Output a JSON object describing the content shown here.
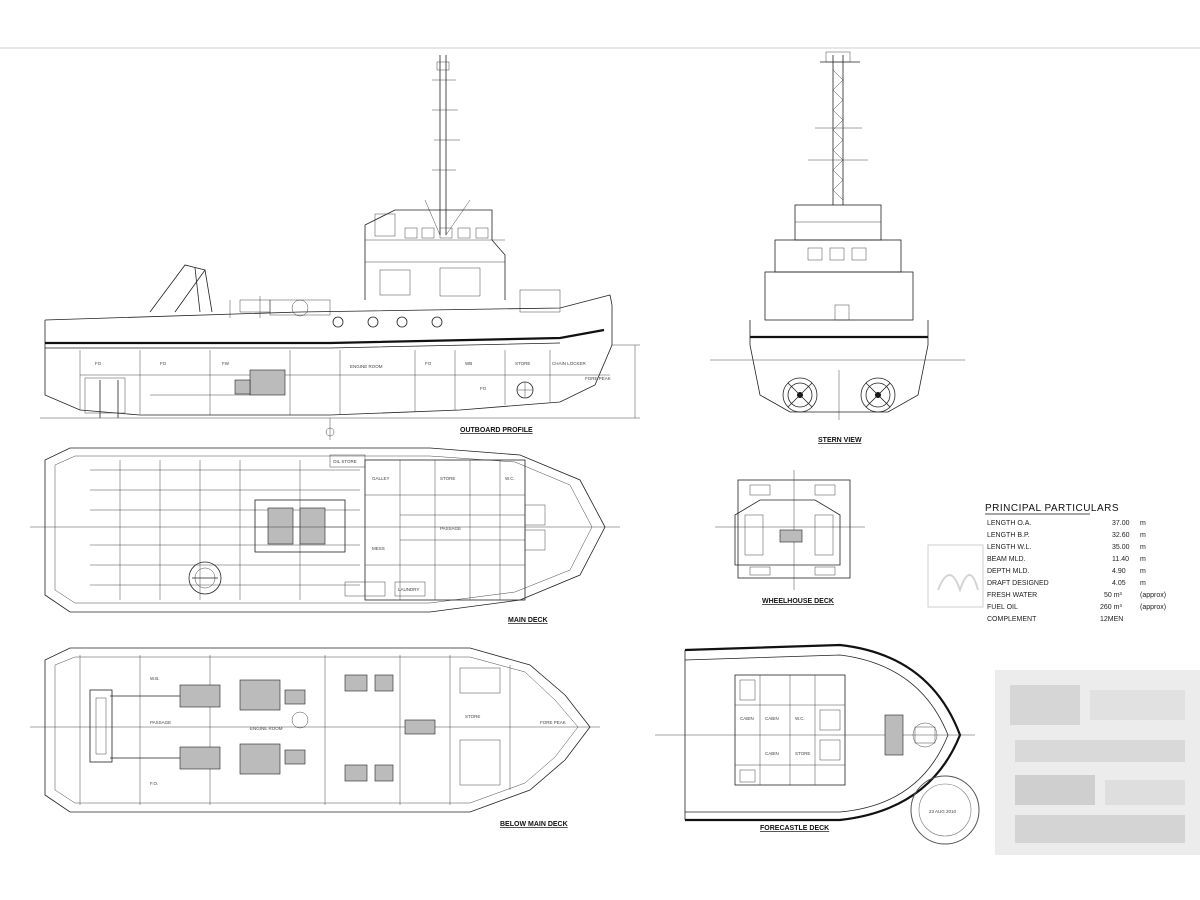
{
  "drawing": {
    "views": [
      {
        "id": "outboard-profile",
        "title": "OUTBOARD PROFILE"
      },
      {
        "id": "stern-view",
        "title": "STERN VIEW"
      },
      {
        "id": "main-deck",
        "title": "MAIN DECK"
      },
      {
        "id": "wheelhouse-deck",
        "title": "WHEELHOUSE DECK"
      },
      {
        "id": "below-main-deck",
        "title": "BELOW MAIN DECK"
      },
      {
        "id": "forecastle-deck",
        "title": "FORECASTLE DECK"
      }
    ],
    "principal_particulars": {
      "title": "PRINCIPAL PARTICULARS",
      "rows": [
        {
          "label": "LENGTH O.A.",
          "value": "37.00",
          "unit": "m"
        },
        {
          "label": "LENGTH B.P.",
          "value": "32.60",
          "unit": "m"
        },
        {
          "label": "LENGTH W.L.",
          "value": "35.00",
          "unit": "m"
        },
        {
          "label": "BEAM MLD.",
          "value": "11.40",
          "unit": "m"
        },
        {
          "label": "DEPTH MLD.",
          "value": "4.90",
          "unit": "m"
        },
        {
          "label": "DRAFT DESIGNED",
          "value": "4.05",
          "unit": "m"
        },
        {
          "label": "FRESH WATER",
          "value": "50 m³",
          "unit": "(approx)"
        },
        {
          "label": "FUEL OIL",
          "value": "260 m³",
          "unit": "(approx)"
        },
        {
          "label": "COMPLEMENT",
          "value": "12MEN",
          "unit": ""
        }
      ]
    },
    "profile_labels": [
      "FO",
      "FO",
      "FW",
      "ENGINE ROOM",
      "FO",
      "WB",
      "FO",
      "STORE",
      "CHAIN LOCKER",
      "FORE PEAK"
    ],
    "main_deck_labels": [
      "OIL STORE",
      "PASSAGE",
      "LAUNDRY",
      "GALLEY",
      "MESS",
      "STORE",
      "W.C."
    ],
    "below_deck_labels": [
      "PASSAGE",
      "ENGINE ROOM",
      "W.B.",
      "F.O.",
      "STORE",
      "FORE PEAK"
    ],
    "forecastle_labels": [
      "CABIN",
      "CABIN",
      "W.C.",
      "CABIN",
      "STORE"
    ],
    "stamp": {
      "text": "23 AUG 2010"
    }
  }
}
